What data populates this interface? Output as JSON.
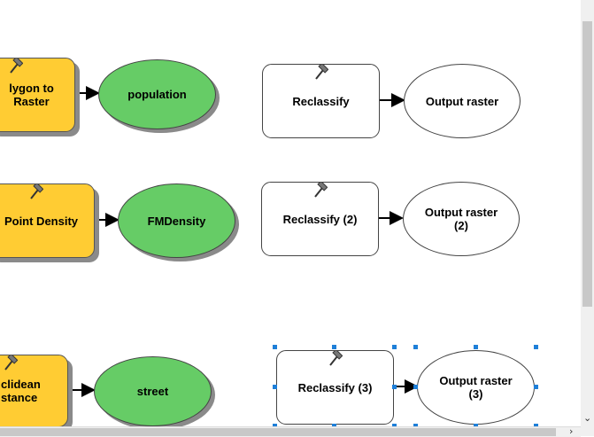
{
  "rows": [
    {
      "tool": "lygon to\nRaster",
      "output": "population",
      "reclass": "Reclassify",
      "result": "Output raster"
    },
    {
      "tool": "Point Density",
      "output": "FMDensity",
      "reclass": "Reclassify (2)",
      "result": "Output raster\n(2)"
    },
    {
      "tool": "clidean\nstance",
      "output": "street",
      "reclass": "Reclassify (3)",
      "result": "Output raster\n(3)"
    }
  ],
  "colors": {
    "tool_fill": "#ffcc33",
    "data_fill": "#66cc66",
    "selection_handle": "#1e7fd8"
  },
  "icons": {
    "tool_icon": "hammer-icon"
  }
}
